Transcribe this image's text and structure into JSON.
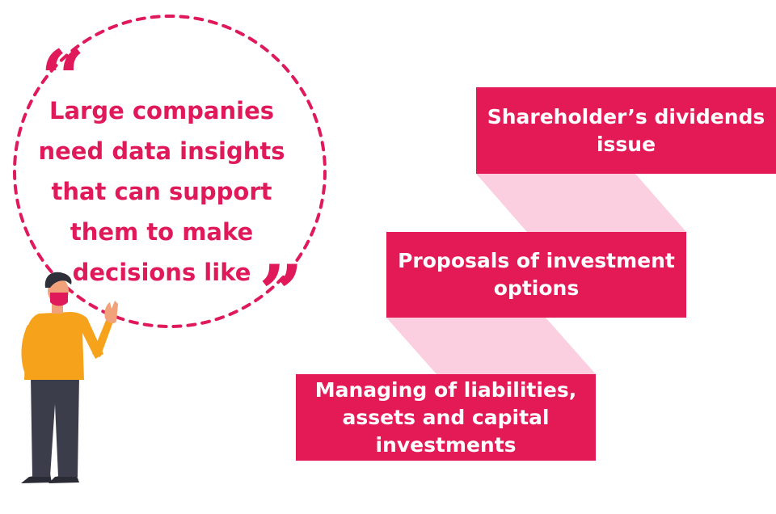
{
  "quote": {
    "lines": [
      "Large companies",
      "need data insights",
      "that can support",
      "them to make",
      "decisions like"
    ],
    "open_mark": "“",
    "close_mark": "”"
  },
  "steps": [
    {
      "label": "Shareholder’s dividends issue"
    },
    {
      "label": "Proposals of investment options"
    },
    {
      "label": "Managing of liabilities, assets and capital investments"
    }
  ],
  "colors": {
    "accent": "#e31a56",
    "ribbon": "#fbcfe0",
    "shirt": "#f7a21b",
    "pants": "#3c3d4a",
    "skin": "#f2a27a",
    "hair": "#2f2f3a"
  },
  "icons": [
    "person-illustration"
  ]
}
